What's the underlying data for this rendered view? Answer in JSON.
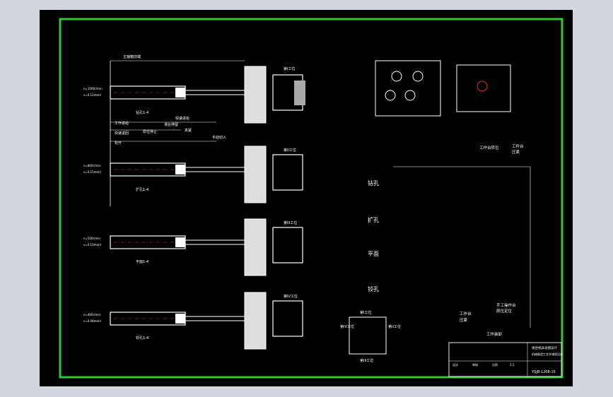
{
  "colors": {
    "background": "#d3d6dc",
    "sheet": "#000000",
    "border": "#31c631",
    "line": "#ffffff",
    "accent": "#ff2a2a"
  },
  "top_callout": "主轴箱前端",
  "stations": [
    {
      "name": "钻孔1-4",
      "station": "第I工位",
      "feed_a": "n=1000r/min",
      "feed_b": "v=0.12mm/r"
    },
    {
      "name": "扩孔1-4",
      "station": "第II工位",
      "feed_a": "n=800r/min",
      "feed_b": "v=0.15mm/r"
    },
    {
      "name": "平面1-4",
      "station": "第III工位",
      "feed_a": "n=500r/min",
      "feed_b": "v=0.10mm/r"
    },
    {
      "name": "铰孔1-4",
      "station": "第IV工位",
      "feed_a": "n=400r/min",
      "feed_b": "v=0.08mm/r"
    }
  ],
  "cycle_labels": {
    "l1": "快速进给",
    "l2": "工作进给",
    "l3": "滑台停留",
    "l4": "快速退回",
    "l5": "原位停止",
    "l6": "夹紧",
    "l7": "松开",
    "l8": "手动切入"
  },
  "flow": {
    "top": "工作台转位",
    "top2": "工件台",
    "top3": "压紧",
    "ops": [
      "钻孔",
      "扩孔",
      "平面",
      "铰孔"
    ],
    "bottom1": "工作台",
    "bottom2": "压紧",
    "bottom3": "工作装卸",
    "side1": "手工操作台",
    "side2": "原位定位"
  },
  "station_box": {
    "top": "第I工位",
    "left": "第IV工位",
    "right": "第II工位",
    "bottom": "第III工位"
  },
  "title_block": {
    "title": "组合机床总图设计",
    "subtitle": "机械制造工艺学课程设计",
    "drawing_no": "YSJB-1208-15",
    "c1": "设计",
    "c2": "审核",
    "c3": "比例",
    "c4": "1:1"
  }
}
